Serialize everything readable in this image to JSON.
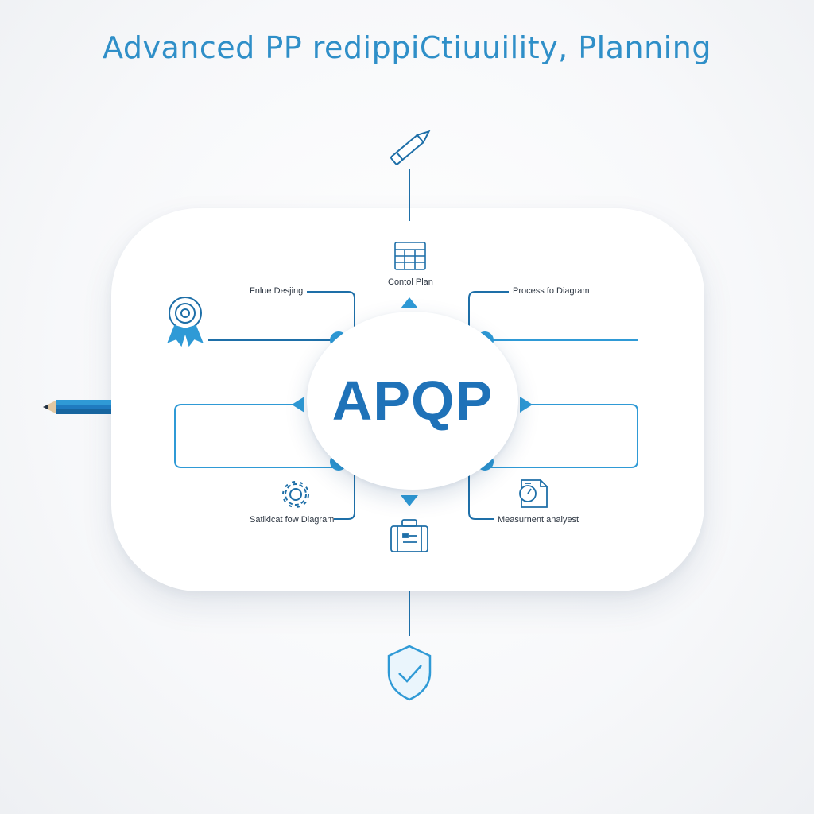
{
  "title": "Advanced PP redippiCtiuuility, Planning",
  "center": {
    "label": "APQP"
  },
  "nodes": {
    "top_left": "Fnlue Desjing",
    "top_center": "Contol Plan",
    "top_right": "Process fo Diagram",
    "bottom_left": "Satikicat fow Diagram",
    "bottom_right": "Measurnent analyest"
  },
  "icons": {
    "top": "pencil-icon",
    "left": "pencil-icon",
    "bottom": "shield-check-icon",
    "top_left": "award-badge-icon",
    "top_center": "spreadsheet-icon",
    "bottom_left": "gear-icon",
    "bottom_center": "toolbox-icon",
    "bottom_right": "stopwatch-document-icon"
  },
  "colors": {
    "accent": "#2f9ad6",
    "line": "#1e6fa8",
    "title": "#2f8fc8",
    "center_text": "#1f72b8"
  }
}
